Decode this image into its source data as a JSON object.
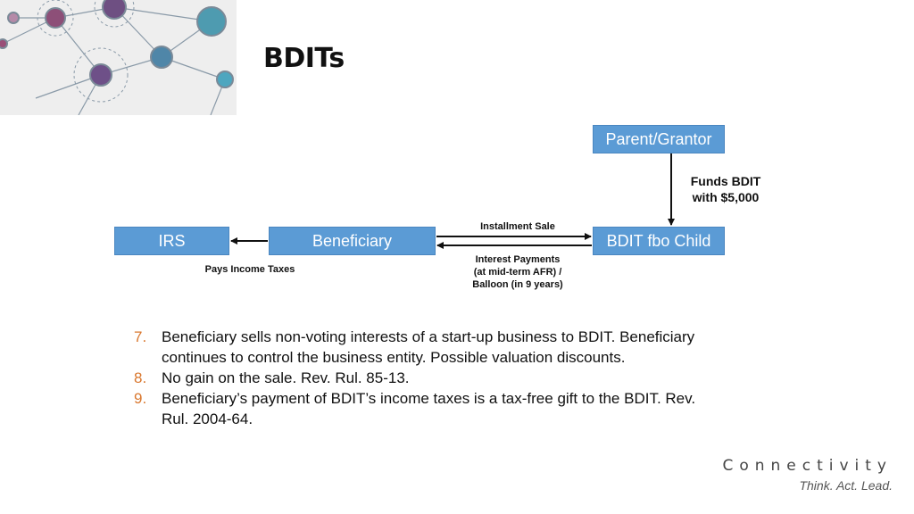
{
  "title": "BDITs",
  "boxes": {
    "parent": "Parent/Grantor",
    "bdit": "BDIT fbo Child",
    "beneficiary": "Beneficiary",
    "irs": "IRS"
  },
  "labels": {
    "funds_line1": "Funds BDIT",
    "funds_line2": "with $5,000",
    "installment": "Installment Sale",
    "interest_line1": "Interest Payments",
    "interest_line2": "(at mid-term AFR) /",
    "interest_line3": "Balloon (in 9 years)",
    "pays": "Pays Income Taxes"
  },
  "list": [
    {
      "num": "7.",
      "text": "Beneficiary sells non-voting interests of a start-up business to BDIT. Beneficiary continues to control the business entity. Possible valuation discounts."
    },
    {
      "num": "8.",
      "text": "No gain on the sale. Rev. Rul. 85-13."
    },
    {
      "num": "9.",
      "text": "Beneficiary’s payment of BDIT’s income taxes is a tax-free gift to the BDIT. Rev. Rul. 2004-64."
    }
  ],
  "brand": {
    "name": "Connectivity",
    "tagline": "Think. Act. Lead."
  },
  "colors": {
    "box": "#5b9bd5",
    "list_number": "#d9772e"
  }
}
